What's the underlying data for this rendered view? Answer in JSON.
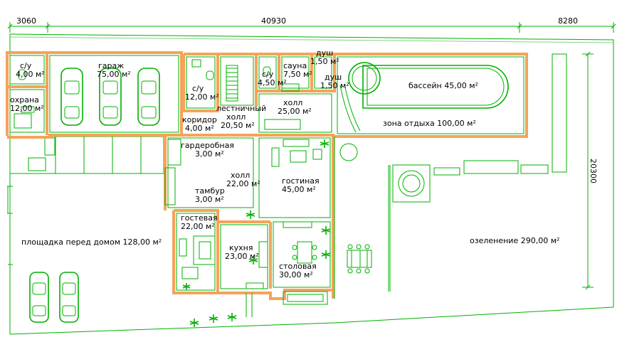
{
  "dimensions": {
    "left_width": "3060",
    "middle_width": "40930",
    "right_width": "8280",
    "depth": "20300"
  },
  "rooms": {
    "su1_name": "с/у",
    "su1_area": "4,00 м²",
    "guard_name": "охрана",
    "guard_area": "12,00 м²",
    "garage_name": "гараж",
    "garage_area": "75,00 м²",
    "su2_name": "с/у",
    "su2_area": "12,00 м²",
    "stair_name": "лестничный",
    "stair_name2": "холл",
    "stair_area": "20,50 м²",
    "corridor_name": "коридор",
    "corridor_area": "4,00 м²",
    "su3_name": "с/у",
    "su3_area": "4,50 м²",
    "sauna_name": "сауна",
    "sauna_area": "7,50 м²",
    "shower1_name": "душ",
    "shower1_area": "1,50 м²",
    "shower2_name": "душ",
    "shower2_area": "1,50 м²",
    "hall1_name": "холл",
    "hall1_area": "25,00 м²",
    "pool_label": "бассейн 45,00 м²",
    "rest_label": "зона отдыха 100,00 м²",
    "wardrobe_name": "гардеробная",
    "wardrobe_area": "3,00 м²",
    "hall2_name": "холл",
    "hall2_area": "22,00 м²",
    "living_name": "гостиная",
    "living_area": "45,00 м²",
    "tambur_name": "тамбур",
    "tambur_area": "3,00 м²",
    "guest_name": "гостевая",
    "guest_area": "22,00 м²",
    "kitchen_name": "кухня",
    "kitchen_area": "23,00 м²",
    "dining_name": "столовая",
    "dining_area": "30,00 м²",
    "front_label": "площадка перед домом 128,00 м²",
    "green_label": "озеленение 290,00 м²"
  },
  "colors": {
    "lines": "#00b000",
    "walls": "#f5a35a",
    "text": "#000000"
  }
}
